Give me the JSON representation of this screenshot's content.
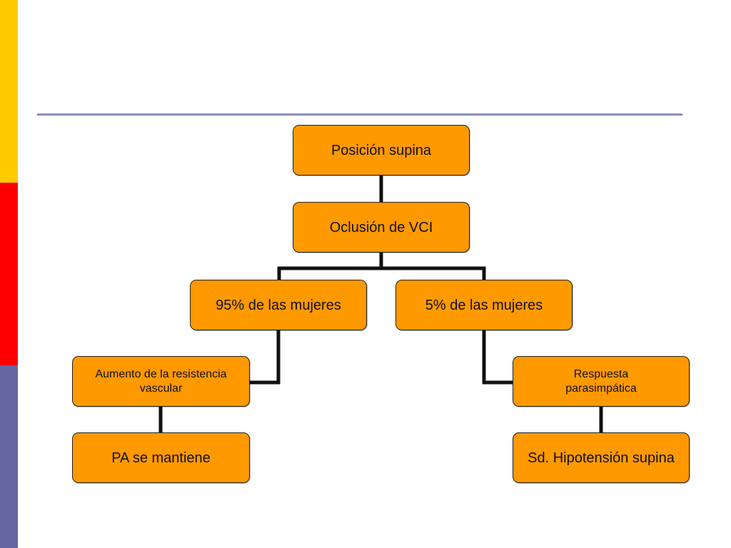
{
  "colors": {
    "sidebar_top": "#ffcc00",
    "sidebar_middle": "#ff0000",
    "sidebar_bottom": "#6666a0",
    "rule": "#8b8fb8",
    "node_fill": "#ff9900",
    "connector": "#111111"
  },
  "diagram": {
    "nodes": {
      "posicion": "Posición supina",
      "oclusion": "Oclusión de VCI",
      "mujeres95": "95% de las mujeres",
      "mujeres5": "5% de las mujeres",
      "aumento": "Aumento de la resistencia vascular",
      "pa": "PA se mantiene",
      "respuesta": "Respuesta parasimpática",
      "hipotension": "Sd. Hipotensión supina"
    }
  }
}
